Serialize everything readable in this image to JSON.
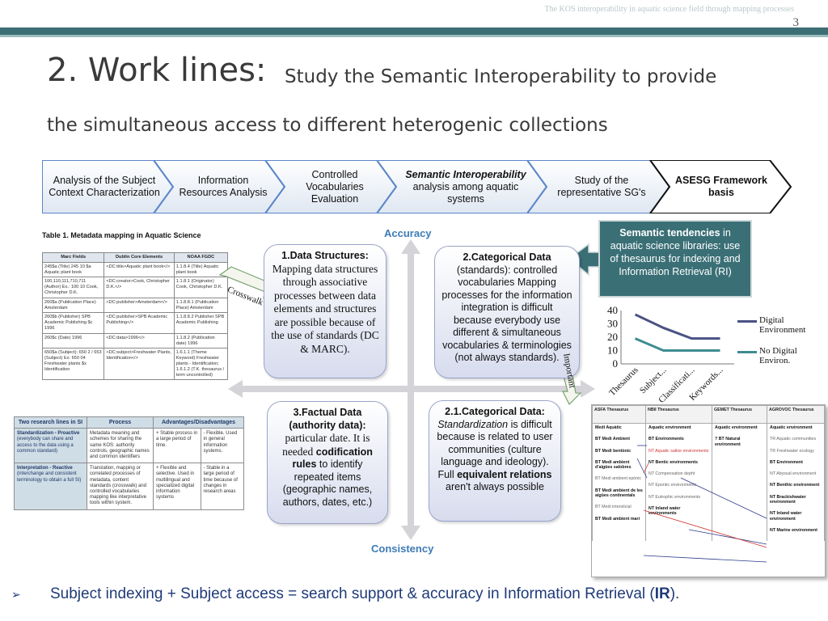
{
  "header": {
    "running_title": "The KOS interoperability in aquatic science field through mapping processes",
    "slide_number": "3"
  },
  "title": {
    "main": "2. Work lines:",
    "sub_line1": "Study the Semantic Interoperability to provide",
    "sub_line2": "the simultaneous access to different heterogenic collections"
  },
  "process_steps": [
    {
      "label": "Analysis of the Subject Context Characterization"
    },
    {
      "label": "Information Resources Analysis"
    },
    {
      "label": "Controlled Vocabularies Evaluation"
    },
    {
      "label_em": "Semantic Interoperability",
      "label_rest": "analysis among aquatic systems"
    },
    {
      "label": "Study of the representative SG's"
    },
    {
      "label": "ASESG Framework basis"
    }
  ],
  "table1": {
    "caption": "Table 1.  Metadata mapping in Aquatic Science",
    "headers": [
      "Marc Fields",
      "Dublin Core Elements",
      "NOAA FGDC"
    ],
    "rows": [
      [
        "245$a (Title) 245 10 $a Aquatic plant book",
        "<DC:title>Aquatic plant book</>",
        "1.1.8.4 (Title) Aquatic plant book"
      ],
      [
        "100,110,111,710,711 (Author) Ex.: 100 10 Cook, Christopher D.K.",
        "<DC:creator>Cook, Christopher D.K.</>",
        "1.1.8.1 (Originator) Cook, Christopher D.K."
      ],
      [
        "260$a (Publication Place) Amsterdam",
        "<DC:publisher>Amsterdam</>",
        "1.1.8.8.1 (Publication Place) Amsterdam"
      ],
      [
        "260$b (Publisher) SPB Academic Publishing $c 1996",
        "<DC:publisher>SPB Academic Publishing</>",
        "1.1.8.8.2 Publisher SPB Academic Publishing"
      ],
      [
        "260$c (Date) 1996",
        "<DC:data>1996</>",
        "1.1.8.2 (Publication date) 1996"
      ],
      [
        "650$a (Subject); 650 2 / 653 (Subject) Ex: 650 04 Freshwater plants $x Identification",
        "<DC:subject>Freshwater Plants, Identification</>",
        "1.6.1.1 (Theme Keyword) Freshwater plants - Identification; 1.6.1.2 (T.K. thesaurus / term uncontrolled)"
      ]
    ]
  },
  "table2": {
    "headers": [
      "Two research lines in SI",
      "Process",
      "Advantages/Disadvantages"
    ],
    "rows": [
      {
        "label_b": "Standardization - Proactive",
        "label_rest": "(everybody can share and access to the data using a common standard)",
        "process": "Metadata meaning and schemes for sharing the same KOS: authority controls, geographic names and common identifiers",
        "pros": "+ Stable process in a large period of time.",
        "cons": "- Flexible. Used in general information systems."
      },
      {
        "label_b": "Interpretation - Reactive",
        "label_rest": "(interchange and consistent terminology to obtain a full SI)",
        "process": "Translation, mapping or correlated processes of metadata, content standards (crosswalk) and controlled vocabularies mapping like interpretative tools within system.",
        "pros": "+ Flexible and selective. Used in multilingual and specialized digital information systems",
        "cons": "- Stable in a large period of time because of changes in research areas"
      }
    ]
  },
  "quadrant": {
    "top_label": "Accuracy",
    "bottom_label": "Consistency",
    "box1": {
      "title": "1.Data Structures:",
      "body": "Mapping data structures through associative processes between data elements and structures are possible because of the use of standards (DC & MARC)."
    },
    "box2": {
      "title": "2.Categorical Data",
      "body": "(standards): controlled vocabularies Mapping processes for the information integration is difficult because everybody use different & simultaneous vocabularies & terminologies (not always standards)."
    },
    "box3": {
      "title": "3.Factual Data (authority data):",
      "body_a": "particular date. It is needed",
      "body_b": "codification rules",
      "body_c": "to identify repeated items (geographic names, authors, dates, etc.)"
    },
    "box4": {
      "title": "2.1.Categorical Data:",
      "body_a_em": "Standardization",
      "body_a": "is difficult because is related to user communities (culture language and ideology). Full",
      "body_b": "equivalent relations",
      "body_c": "aren't always possible"
    }
  },
  "tags": {
    "crosswalk": "Crosswalk",
    "important": "Important"
  },
  "callout": {
    "bold": "Semantic tendencies",
    "rest": "in aquatic science libraries: use of thesaurus for indexing and Information Retrieval (RI)"
  },
  "chart_data": {
    "type": "line",
    "categories": [
      "Thesaurus",
      "Subject...",
      "Classificati...",
      "Keywords..."
    ],
    "ylim": [
      0,
      40
    ],
    "yticks": [
      0,
      10,
      20,
      30,
      40
    ],
    "series": [
      {
        "name": "Digital Environment",
        "color": "#4a5285",
        "values": [
          37,
          27,
          19,
          19
        ]
      },
      {
        "name": "No Digital Environ.",
        "color": "#3f8c91",
        "values": [
          19,
          10,
          10,
          10
        ]
      }
    ],
    "legend_position": "right",
    "grid": false
  },
  "thesaurus": {
    "headers": [
      "ASFA Thesaurus",
      "NBII Thesaurus",
      "GEMET Thesaurus",
      "AGROVOC Thesaurus"
    ],
    "col1": [
      {
        "t": "Medi Aquàtic",
        "c": "bold"
      },
      {
        "t": "BT Medi Ambient",
        "c": "bold"
      },
      {
        "t": "BT Medi bentònic",
        "c": "bold"
      },
      {
        "t": "BT Medi ambient d'aigües salobres",
        "c": "bold"
      },
      {
        "t": "BT Medi ambient epònic",
        "c": "g"
      },
      {
        "t": "BT Medi ambient de les aigües continentals",
        "c": "bold"
      },
      {
        "t": "BT Medi intersticial",
        "c": "g"
      },
      {
        "t": "BT Medi ambient marí",
        "c": "bold"
      }
    ],
    "col2": [
      {
        "t": "Aquatic environment",
        "c": "bold"
      },
      {
        "t": "BT Environments",
        "c": "bold"
      },
      {
        "t": "NT Aquatic saline environments",
        "c": "red"
      },
      {
        "t": "NT Bentic environments",
        "c": "bold"
      },
      {
        "t": "NT Compensation depht",
        "c": "g"
      },
      {
        "t": "NT Epontic environments",
        "c": "g"
      },
      {
        "t": "NT Eutrophic environments",
        "c": "g"
      },
      {
        "t": "NT Inland water environments",
        "c": "bold"
      }
    ],
    "col3": [
      {
        "t": "Aquatic environment",
        "c": "bold"
      },
      {
        "t": "? BT Natural environment",
        "c": "bold"
      }
    ],
    "col4": [
      {
        "t": "Aquatic environment",
        "c": "bold"
      },
      {
        "t": "TR Aquatic communities",
        "c": "g"
      },
      {
        "t": "TR Freshwater ecology",
        "c": "g"
      },
      {
        "t": "BT Environment",
        "c": "bold"
      },
      {
        "t": "NT Abyssal environment",
        "c": "g"
      },
      {
        "t": "NT Benthic environment",
        "c": "bold"
      },
      {
        "t": "NT Brackishwater environment",
        "c": "bold"
      },
      {
        "t": "NT Inland water environment",
        "c": "bold"
      },
      {
        "t": "NT Marine environment",
        "c": "bold"
      }
    ]
  },
  "footer": {
    "bullet": "➢",
    "text_a": "Subject indexing + Subject access = search support & accuracy in Information Retrieval (",
    "text_b": "IR",
    "text_c": ")."
  },
  "colors": {
    "accent": "#3d6e75",
    "box_border": "#9aa4c8",
    "chevron_blue": "#5a86c9",
    "text_blue": "#1f3a78"
  }
}
